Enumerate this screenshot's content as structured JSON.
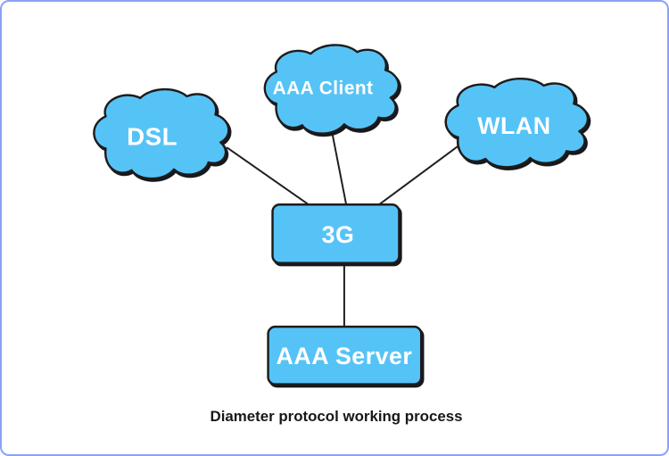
{
  "page": {
    "background": "#FFFFFF",
    "border_color": "#8BA3F8"
  },
  "colors": {
    "node_fill": "#56C3F7",
    "node_stroke": "#1F1F1F",
    "node_label": "#FFFFFF",
    "edge": "#1F1F1F",
    "caption": "#17171C"
  },
  "caption": {
    "text": "Diameter protocol working process"
  },
  "nodes": [
    {
      "id": "dsl",
      "shape": "cloud",
      "label": "DSL"
    },
    {
      "id": "aaa-client",
      "shape": "cloud",
      "label": "AAA Client"
    },
    {
      "id": "wlan",
      "shape": "cloud",
      "label": "WLAN"
    },
    {
      "id": "3g",
      "shape": "rectangle",
      "label": "3G"
    },
    {
      "id": "aaa-server",
      "shape": "rectangle",
      "label": "AAA Server"
    }
  ],
  "edges": [
    {
      "from": "DSL",
      "to": "3G"
    },
    {
      "from": "AAA Client",
      "to": "3G"
    },
    {
      "from": "WLAN",
      "to": "3G"
    },
    {
      "from": "3G",
      "to": "AAA Server"
    }
  ]
}
